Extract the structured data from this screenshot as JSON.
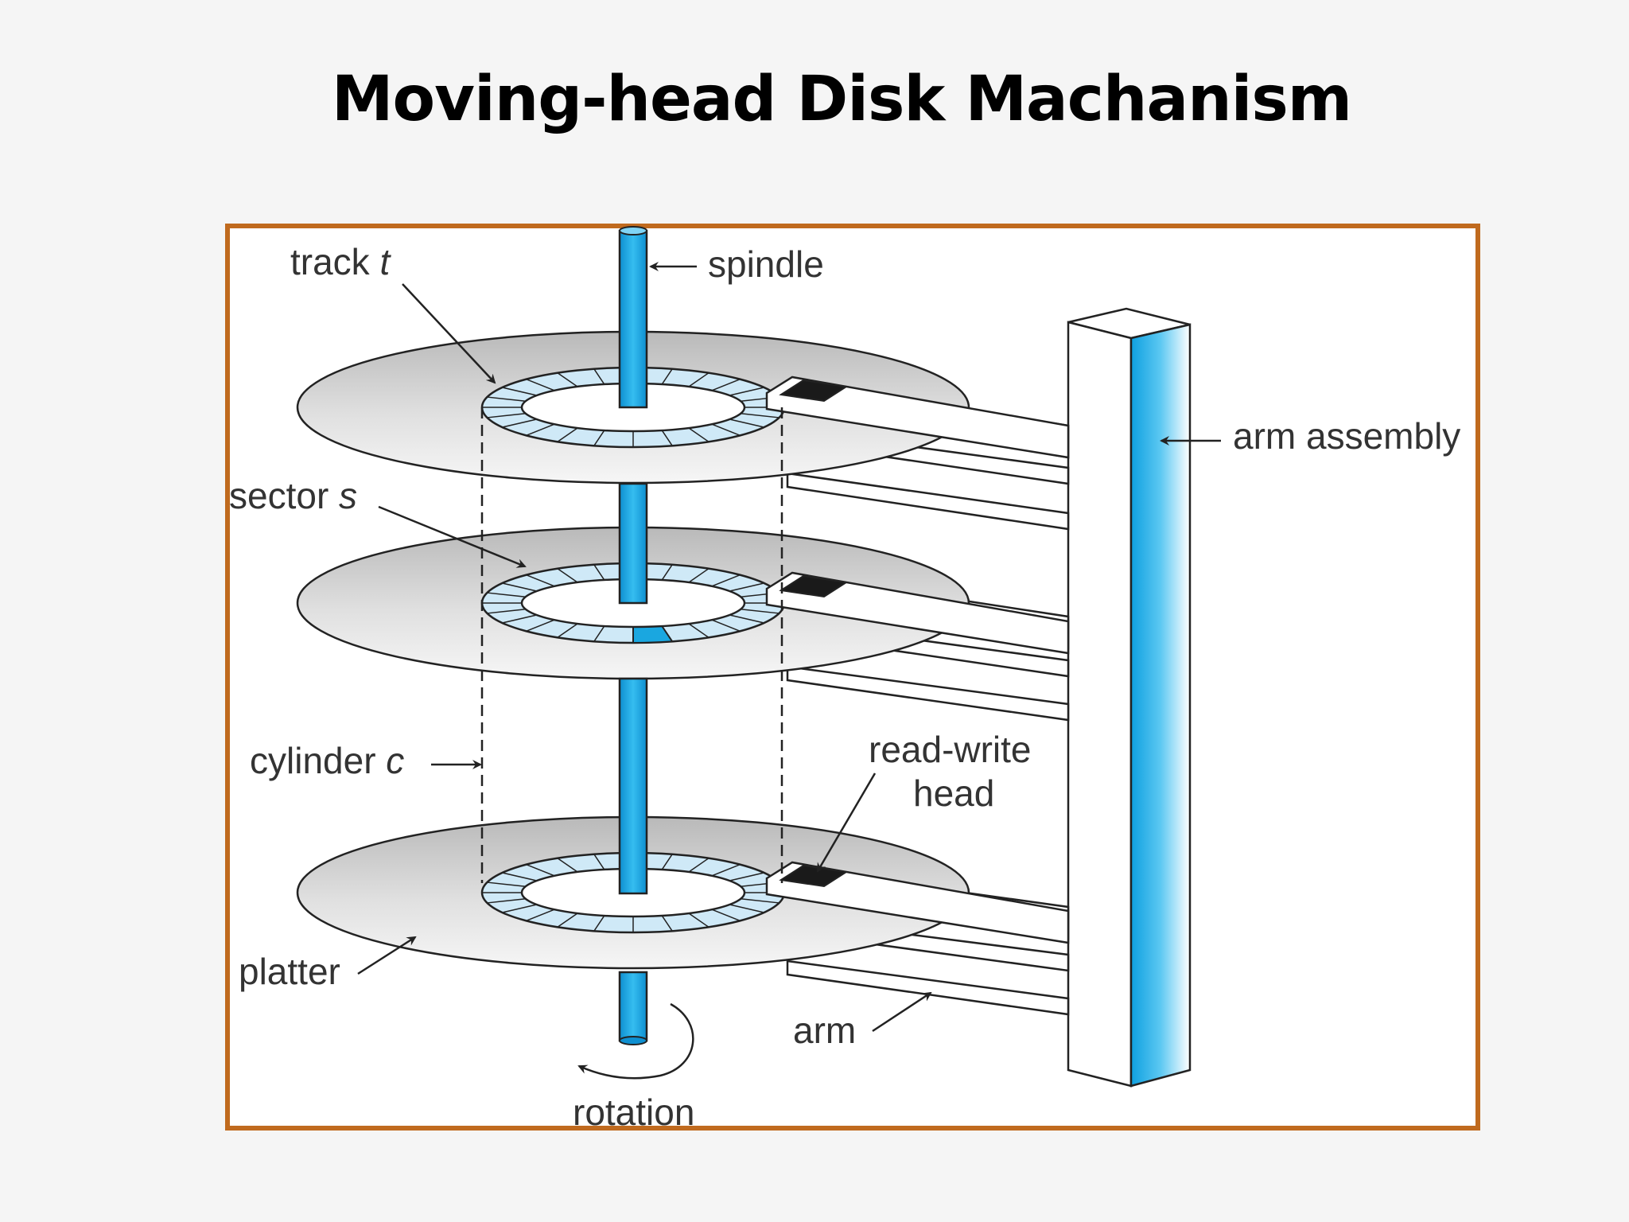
{
  "title": "Moving-head Disk Machanism",
  "labels": {
    "track": "track",
    "track_var": "t",
    "spindle": "spindle",
    "arm_assembly": "arm assembly",
    "sector": "sector",
    "sector_var": "s",
    "cylinder": "cylinder",
    "cylinder_var": "c",
    "read_write_line1": "read-write",
    "read_write_line2": "head",
    "platter": "platter",
    "arm": "arm",
    "rotation": "rotation"
  },
  "colors": {
    "frame_border": "#c06a1e",
    "spindle_blue": "#1aa7e0",
    "track_fill": "#cfe9f7",
    "highlight_sector": "#1aa7e0",
    "head_black": "#1a1a1a"
  }
}
